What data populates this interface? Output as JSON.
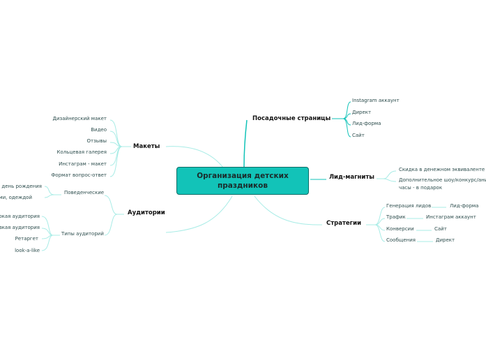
{
  "central": {
    "line1": "Организация детских",
    "line2": "праздников",
    "color": "#12c3b8"
  },
  "branches": {
    "maket": {
      "label": "Макеты",
      "children": [
        "Дизайнерский макет",
        "Видео",
        "Отзывы",
        "Кольцевая галерея",
        "Инстаграм - макет",
        "Формат вопрос-ответ"
      ]
    },
    "audit": {
      "label": "Аудитории",
      "groups": [
        {
          "label": "Поведенческие",
          "children": [
            "о день рождения",
            "ами, одеждой"
          ]
        },
        {
          "label": "Типы аудиторий",
          "children": [
            "рокая аудитория",
            "Узкая аудитория",
            "Ретаргет",
            "look-a-like"
          ]
        }
      ]
    },
    "landing": {
      "label": "Посадочные страницы",
      "children": [
        "Instagram аккаунт",
        "Директ",
        "Лид-форма",
        "Сайт"
      ]
    },
    "lead": {
      "label": "Лид-магниты",
      "children": [
        "Скидка в денежном эквиваленте",
        "Дополнительное шоу/конкурс/аним",
        "часы - в подарок"
      ]
    },
    "strat": {
      "label": "Стратегии",
      "children": [
        {
          "label": "Генерация лидов",
          "sub": "Лид-форма"
        },
        {
          "label": "Трафик",
          "sub": "Инстаграм аккаунт"
        },
        {
          "label": "Конверсии",
          "sub": "Сайт"
        },
        {
          "label": "Сообщения",
          "sub": "Директ"
        }
      ]
    }
  }
}
